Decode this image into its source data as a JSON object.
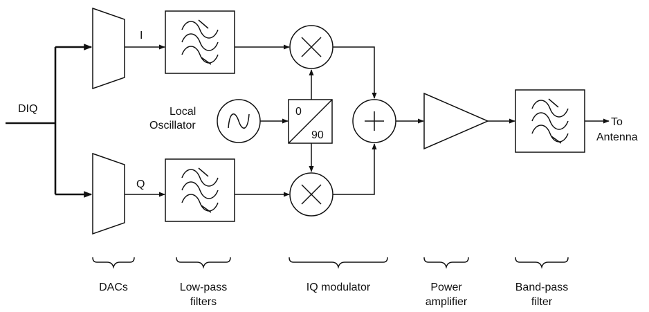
{
  "inputs": {
    "diq": "DIQ",
    "i": "I",
    "q": "Q"
  },
  "oscillator": {
    "label_line1": "Local",
    "label_line2": "Oscillator"
  },
  "splitter": {
    "top": "0",
    "bottom": "90"
  },
  "output": {
    "line1": "To",
    "line2": "Antenna"
  },
  "stages": [
    {
      "id": "dacs",
      "lines": [
        "DACs"
      ]
    },
    {
      "id": "lowpass",
      "lines": [
        "Low-pass",
        "filters"
      ]
    },
    {
      "id": "iqmod",
      "lines": [
        "IQ modulator"
      ]
    },
    {
      "id": "pa",
      "lines": [
        "Power",
        "amplifier"
      ]
    },
    {
      "id": "bandpass",
      "lines": [
        "Band-pass",
        "filter"
      ]
    }
  ]
}
